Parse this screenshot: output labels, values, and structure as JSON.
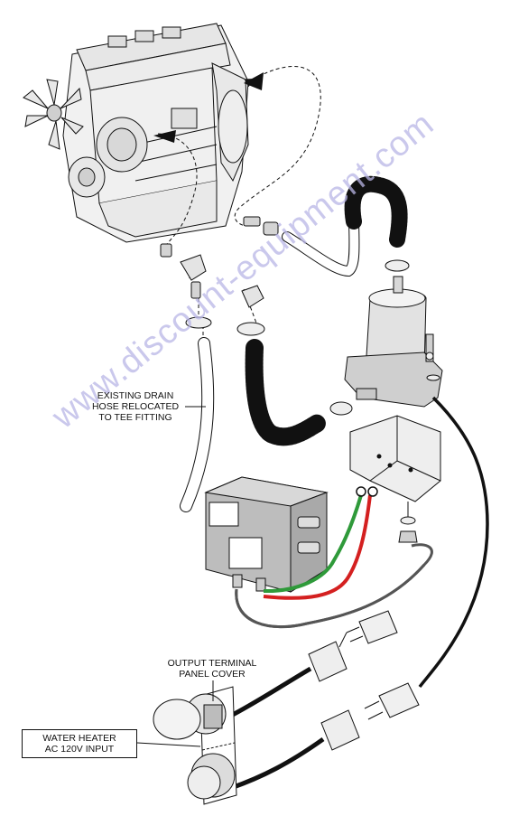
{
  "labels": {
    "drain_line1": "EXISTING DRAIN",
    "drain_line2": "HOSE RELOCATED",
    "drain_line3": "TO TEE FITTING",
    "output_line1": "OUTPUT TERMINAL",
    "output_line2": "PANEL COVER",
    "heater_line1": "WATER HEATER",
    "heater_line2": "AC 120V INPUT"
  },
  "watermark": "www.discount-equipment.com",
  "colors": {
    "line": "#111111",
    "wire_red": "#d42020",
    "wire_green": "#2f9a3a",
    "cord_black": "#111111",
    "cord_gray": "#555555",
    "body_gray": "#d6d6d6",
    "watermark": "#b9b6e6"
  }
}
